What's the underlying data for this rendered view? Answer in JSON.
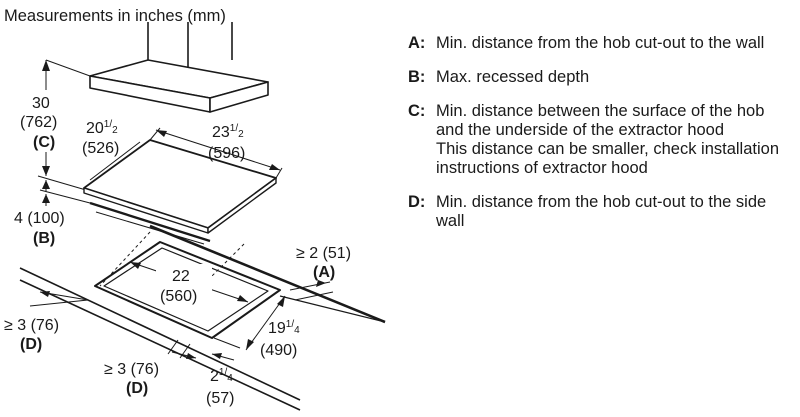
{
  "title": "Measurements in inches (mm)",
  "dimensions": {
    "hood_height": {
      "value": "30",
      "mm": "(762)",
      "key": "(C)"
    },
    "hob_depth": {
      "whole": "20",
      "num": "1",
      "den": "2",
      "mm": "(526)"
    },
    "hob_width": {
      "whole": "23",
      "num": "1",
      "den": "2",
      "mm": "(596)"
    },
    "recess_depth": {
      "value": "4 (100)",
      "key": "(B)"
    },
    "wall_distance": {
      "value": "≥ 2 (51)",
      "key": "(A)"
    },
    "cutout_width": {
      "value": "22",
      "mm": "(560)"
    },
    "cutout_depth": {
      "whole": "19",
      "num": "1",
      "den": "4",
      "mm": "(490)"
    },
    "side_distance_left": {
      "value": "≥ 3 (76)",
      "key": "(D)"
    },
    "side_distance_front": {
      "value": "≥ 3 (76)",
      "key": "(D)"
    },
    "front_margin": {
      "whole": "2",
      "num": "1",
      "den": "4",
      "mm": "(57)"
    }
  },
  "legend": [
    {
      "key": "A:",
      "text": "Min. distance from the hob cut-out to the wall"
    },
    {
      "key": "B:",
      "text": "Max. recessed depth"
    },
    {
      "key": "C:",
      "text": "Min. distance between the surface of the hob and the underside of the extractor hood",
      "note": "This distance can be smaller, check installation instructions of extractor hood"
    },
    {
      "key": "D:",
      "text": "Min. distance from the hob cut-out to the side wall"
    }
  ]
}
